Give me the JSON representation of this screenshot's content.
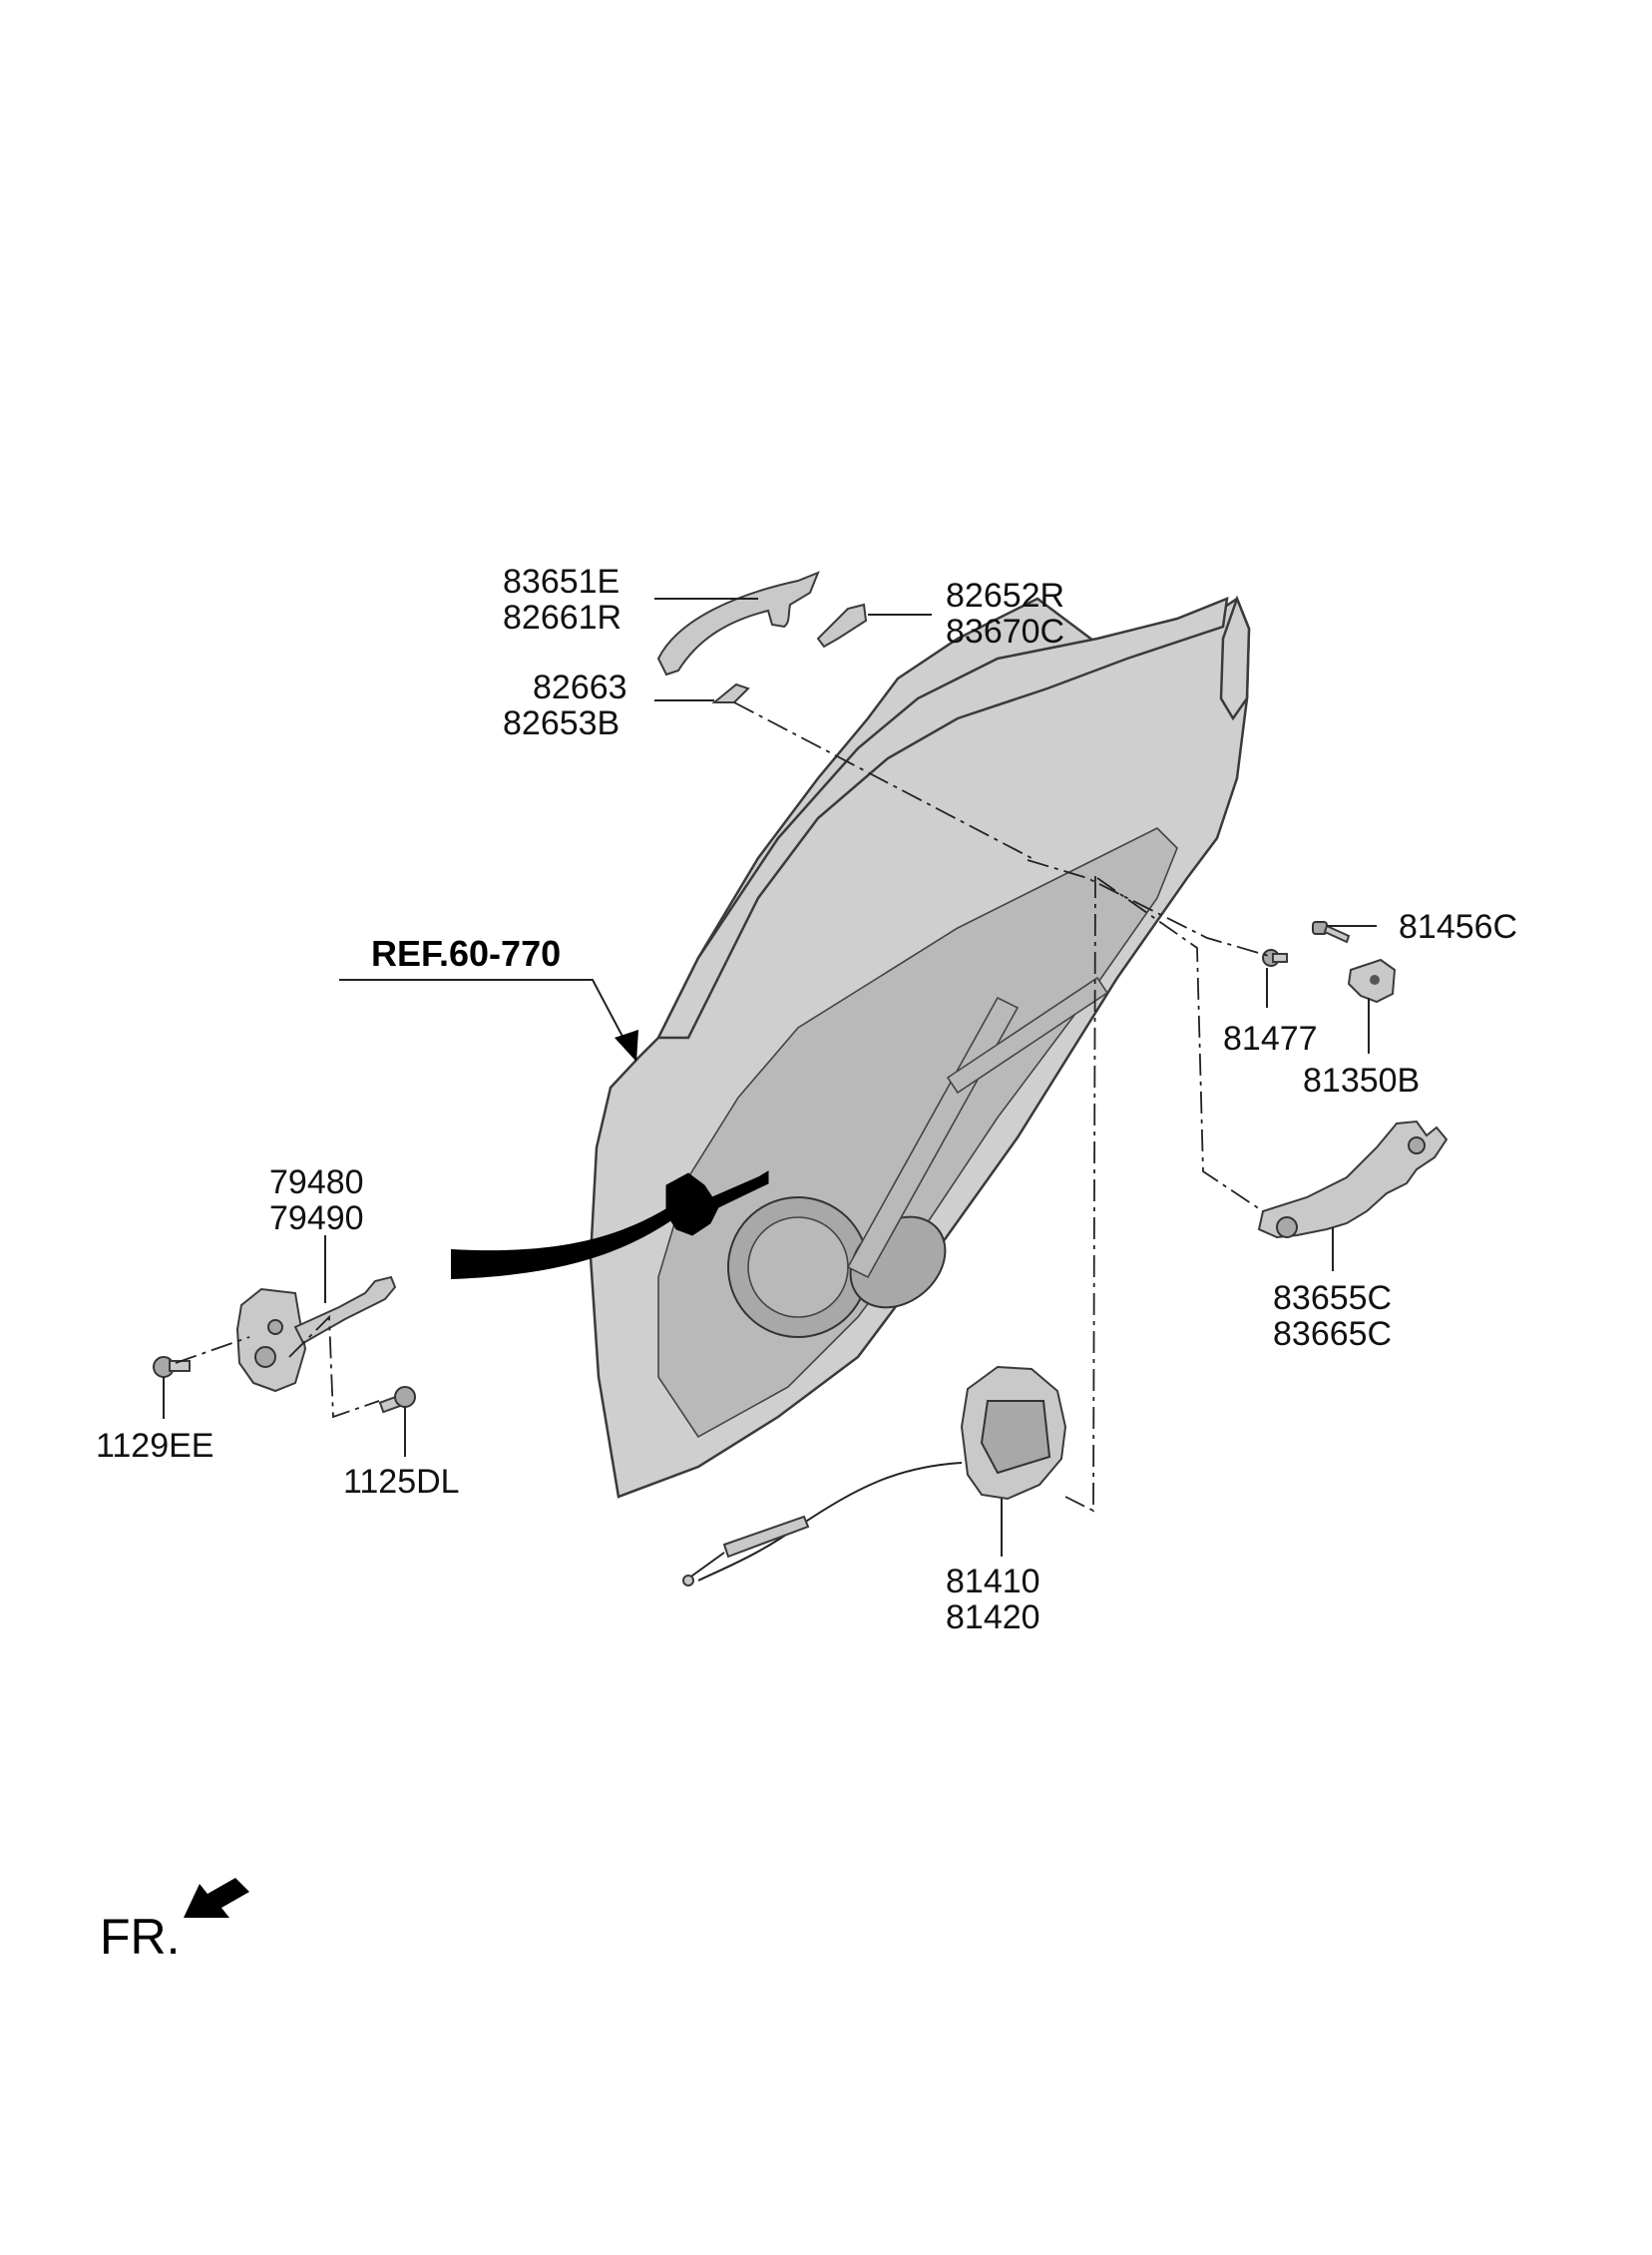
{
  "labels": {
    "handle_outer": [
      "83651E",
      "82661R"
    ],
    "cover_cap": [
      "82652R",
      "83670C"
    ],
    "handle_gasket": [
      "82663",
      "82653B"
    ],
    "reference": "REF.60-770",
    "striker_bolt": "81456C",
    "screw": "81477",
    "striker": "81350B",
    "checker": [
      "79480",
      "79490"
    ],
    "inside_handle": [
      "83655C",
      "83665C"
    ],
    "bolt_a": "1129EE",
    "bolt_b": "1125DL",
    "latch": [
      "81410",
      "81420"
    ],
    "direction": "FR."
  },
  "colors": {
    "part_fill": "#c9c9c9",
    "outline": "#3a3a3a",
    "highlight": "#000000"
  }
}
